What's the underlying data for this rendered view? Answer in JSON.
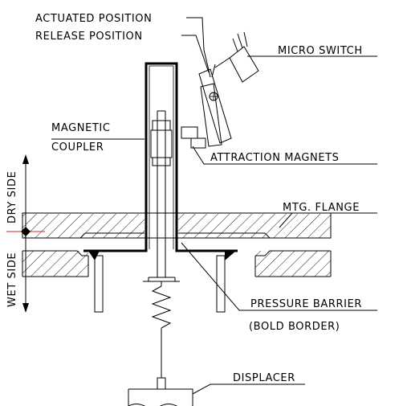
{
  "labels": {
    "actuated_position": "ACTUATED POSITION",
    "release_position": "RELEASE POSITION",
    "micro_switch": "MICRO SWITCH",
    "magnetic": "MAGNETIC",
    "coupler": "COUPLER",
    "attraction_magnets": "ATTRACTION MAGNETS",
    "dry_side": "DRY SIDE",
    "wet_side": "WET SIDE",
    "mtg_flange": "MTG. FLANGE",
    "pressure_barrier": "PRESSURE BARRIER",
    "bold_border": "(BOLD BORDER)",
    "displacer": "DISPLACER"
  },
  "colors": {
    "line": "#000000",
    "divider_red": "#e02020"
  }
}
